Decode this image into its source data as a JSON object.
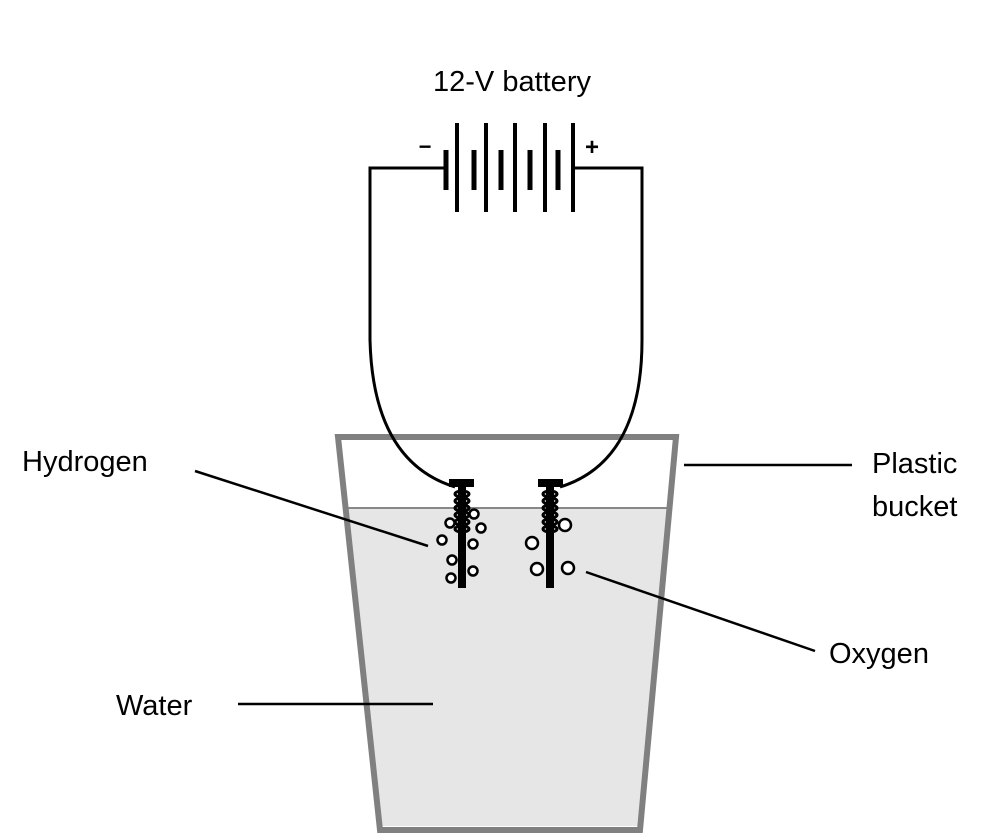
{
  "battery": {
    "label": "12-V battery",
    "negative_sign": "−",
    "positive_sign": "+"
  },
  "labels": {
    "hydrogen": "Hydrogen",
    "oxygen": "Oxygen",
    "water": "Water",
    "bucket_line1": "Plastic",
    "bucket_line2": "bucket"
  },
  "colors": {
    "bucket_wall": "#808080",
    "water": "#e6e6e6",
    "ink": "#000000"
  }
}
